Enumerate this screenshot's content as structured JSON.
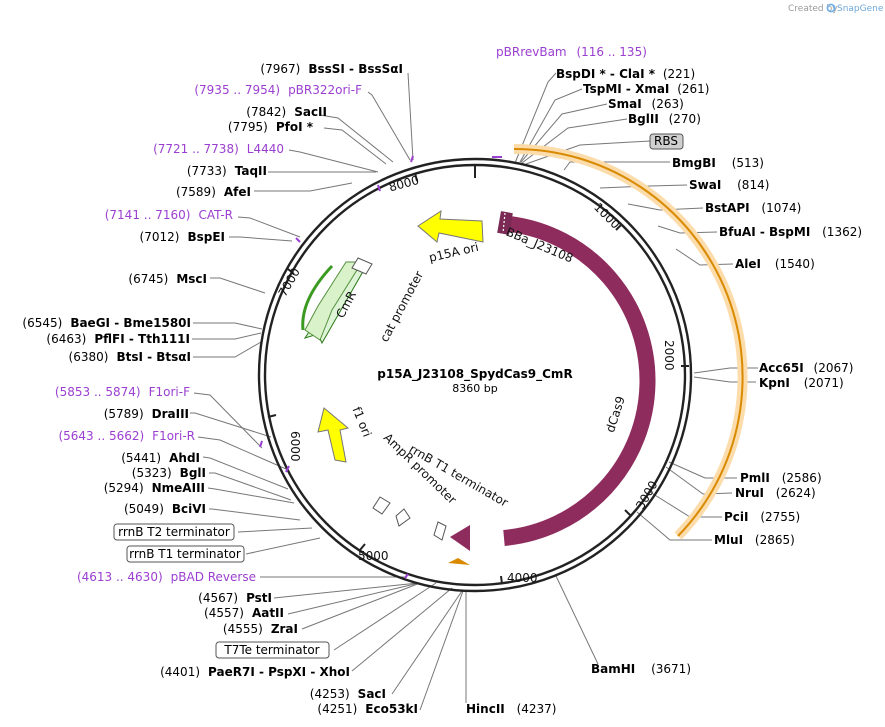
{
  "credit": {
    "created_by": "Created by",
    "brand": "SnapGene"
  },
  "plasmid": {
    "name": "p15A_J23108_SpydCas9_CmR",
    "length_label": "8360 bp"
  },
  "ticks": [
    "1000",
    "2000",
    "3000",
    "4000",
    "5000",
    "6000",
    "7000",
    "8000"
  ],
  "features": {
    "p15a_ori": "p15A ori",
    "bba": "BBa_J23108",
    "dcas9": "dCas9",
    "cmr": "CmR",
    "cat_promoter": "cat promoter",
    "f1_ori": "f1 ori",
    "ampr_promoter": "AmpR promoter",
    "rrnb_t1_inner": "rrnB T1 terminator"
  },
  "sites_right": [
    {
      "name": "pBRrevBam",
      "pos": "(116 .. 135)",
      "primer": true
    },
    {
      "name": "BspDI * - ClaI *",
      "pos": "(221)"
    },
    {
      "name": "TspMI - XmaI",
      "pos": "(261)"
    },
    {
      "name": "SmaI",
      "pos": "(263)"
    },
    {
      "name": "BglII",
      "pos": "(270)"
    },
    {
      "name": "RBS",
      "pos": "",
      "boxed": true
    },
    {
      "name": "BmgBI",
      "pos": "(513)"
    },
    {
      "name": "SwaI",
      "pos": "(814)"
    },
    {
      "name": "BstAPI",
      "pos": "(1074)"
    },
    {
      "name": "BfuAI - BspMI",
      "pos": "(1362)"
    },
    {
      "name": "AleI",
      "pos": "(1540)"
    },
    {
      "name": "Acc65I",
      "pos": "(2067)"
    },
    {
      "name": "KpnI",
      "pos": "(2071)"
    },
    {
      "name": "PmlI",
      "pos": "(2586)"
    },
    {
      "name": "NruI",
      "pos": "(2624)"
    },
    {
      "name": "PciI",
      "pos": "(2755)"
    },
    {
      "name": "MluI",
      "pos": "(2865)"
    },
    {
      "name": "BamHI",
      "pos": "(3671)"
    },
    {
      "name": "HincII",
      "pos": "(4237)"
    }
  ],
  "sites_left": [
    {
      "name": "BssSI - BssSαI",
      "pos": "(7967)"
    },
    {
      "name": "pBR322ori-F",
      "pos": "(7935 .. 7954)",
      "primer": true
    },
    {
      "name": "SacII",
      "pos": "(7842)"
    },
    {
      "name": "PfoI *",
      "pos": "(7795)"
    },
    {
      "name": "L4440",
      "pos": "(7721 .. 7738)",
      "primer": true
    },
    {
      "name": "TaqII",
      "pos": "(7733)"
    },
    {
      "name": "AfeI",
      "pos": "(7589)"
    },
    {
      "name": "CAT-R",
      "pos": "(7141 .. 7160)",
      "primer": true
    },
    {
      "name": "BspEI",
      "pos": "(7012)"
    },
    {
      "name": "MscI",
      "pos": "(6745)"
    },
    {
      "name": "BaeGI - Bme1580I",
      "pos": "(6545)"
    },
    {
      "name": "PflFI - Tth111I",
      "pos": "(6463)"
    },
    {
      "name": "BtsI - BtsαI",
      "pos": "(6380)"
    },
    {
      "name": "F1ori-F",
      "pos": "(5853 .. 5874)",
      "primer": true
    },
    {
      "name": "DraIII",
      "pos": "(5789)"
    },
    {
      "name": "F1ori-R",
      "pos": "(5643 .. 5662)",
      "primer": true
    },
    {
      "name": "AhdI",
      "pos": "(5441)"
    },
    {
      "name": "BglI",
      "pos": "(5323)"
    },
    {
      "name": "NmeAIII",
      "pos": "(5294)"
    },
    {
      "name": "BciVI",
      "pos": "(5049)"
    },
    {
      "name": "rrnB T2 terminator",
      "pos": "",
      "boxed": true
    },
    {
      "name": "rrnB T1 terminator",
      "pos": "",
      "boxed": true
    },
    {
      "name": "pBAD Reverse",
      "pos": "(4613 .. 4630)",
      "primer": true
    },
    {
      "name": "PstI",
      "pos": "(4567)"
    },
    {
      "name": "AatII",
      "pos": "(4557)"
    },
    {
      "name": "ZraI",
      "pos": "(4555)"
    },
    {
      "name": "T7Te terminator",
      "pos": "",
      "boxed": true
    },
    {
      "name": "PaeR7I - PspXI - XhoI",
      "pos": "(4401)"
    },
    {
      "name": "SacI",
      "pos": "(4253)"
    },
    {
      "name": "Eco53kI",
      "pos": "(4251)"
    }
  ]
}
